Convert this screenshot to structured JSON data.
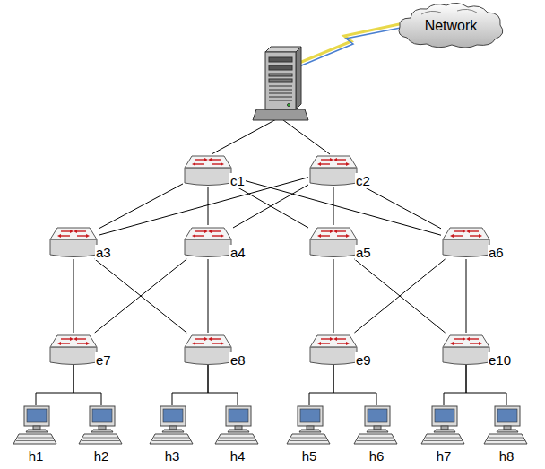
{
  "diagram": {
    "nodes": [
      {
        "text": [
          "Network"
        ]
      },
      {
        "text": [
          "c1"
        ]
      },
      {
        "text": [
          "c2"
        ]
      },
      {
        "text": [
          "a3"
        ]
      },
      {
        "text": [
          "a4"
        ]
      },
      {
        "text": [
          "a5"
        ]
      },
      {
        "text": [
          "a6"
        ]
      },
      {
        "text": [
          "e7"
        ]
      },
      {
        "text": [
          "e8"
        ]
      },
      {
        "text": [
          "e9"
        ]
      },
      {
        "text": [
          "e10"
        ]
      },
      {
        "text": [
          "h1"
        ]
      },
      {
        "text": [
          "h2"
        ]
      },
      {
        "text": [
          "h3"
        ]
      },
      {
        "text": [
          "h4"
        ]
      },
      {
        "text": [
          "h5"
        ]
      },
      {
        "text": [
          "h6"
        ]
      },
      {
        "text": [
          "h7"
        ]
      },
      {
        "text": [
          "h8"
        ]
      }
    ],
    "edges": [
      {
        "from": 1,
        "to": 3,
        "arrow": "none"
      },
      {
        "from": 1,
        "to": 4,
        "arrow": "none"
      },
      {
        "from": 1,
        "to": 5,
        "arrow": "none"
      },
      {
        "from": 1,
        "to": 6,
        "arrow": "none"
      },
      {
        "from": 2,
        "to": 3,
        "arrow": "none"
      },
      {
        "from": 2,
        "to": 4,
        "arrow": "none"
      },
      {
        "from": 2,
        "to": 5,
        "arrow": "none"
      },
      {
        "from": 2,
        "to": 6,
        "arrow": "none"
      },
      {
        "from": 3,
        "to": 7,
        "arrow": "none"
      },
      {
        "from": 3,
        "to": 8,
        "arrow": "none"
      },
      {
        "from": 4,
        "to": 7,
        "arrow": "none"
      },
      {
        "from": 4,
        "to": 8,
        "arrow": "none"
      },
      {
        "from": 5,
        "to": 9,
        "arrow": "none"
      },
      {
        "from": 5,
        "to": 10,
        "arrow": "none"
      },
      {
        "from": 6,
        "to": 9,
        "arrow": "none"
      },
      {
        "from": 6,
        "to": 10,
        "arrow": "none"
      },
      {
        "from": 7,
        "to": 11,
        "arrow": "none"
      },
      {
        "from": 7,
        "to": 12,
        "arrow": "none"
      },
      {
        "from": 8,
        "to": 13,
        "arrow": "none"
      },
      {
        "from": 8,
        "to": 14,
        "arrow": "none"
      },
      {
        "from": 9,
        "to": 15,
        "arrow": "none"
      },
      {
        "from": 9,
        "to": 16,
        "arrow": "none"
      },
      {
        "from": 10,
        "to": 17,
        "arrow": "none"
      },
      {
        "from": 10,
        "to": 18,
        "arrow": "none"
      }
    ]
  }
}
